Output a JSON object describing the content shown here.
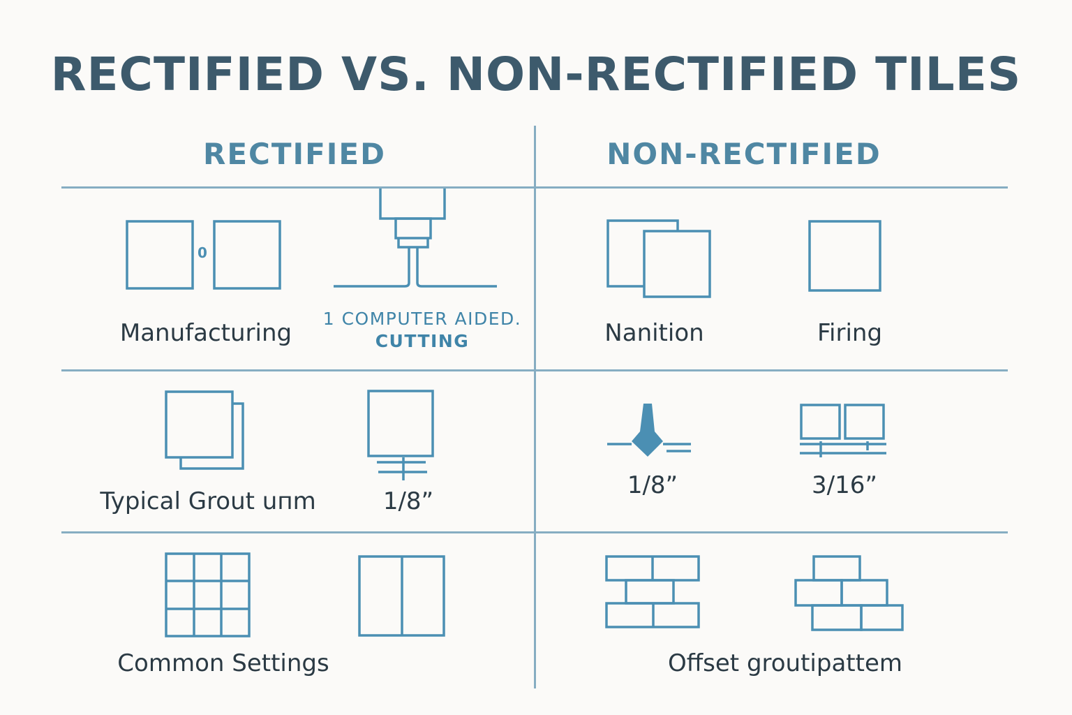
{
  "title": "RECTIFIED VS. NON-RECTIFIED TILES",
  "columns": {
    "left": {
      "heading": "RECTIFIED"
    },
    "right": {
      "heading": "NON-RECTIFIED"
    }
  },
  "rows": {
    "row1": {
      "rect_a_label": "Manufacturing",
      "rect_a_gap_mark": "0",
      "rect_b_line1": "1 COMPUTER  AIDED.",
      "rect_b_line2": "CUTTING",
      "non_a_label": "Nanition",
      "non_b_label": "Firing"
    },
    "row2": {
      "rect_a_label": "Typical Grout uпm",
      "rect_b_label": "1/8”",
      "non_a_label": "1/8”",
      "non_b_label": "3/16”"
    },
    "row3": {
      "rect_label": "Common Settings",
      "non_label": "Offset groutipattem"
    }
  },
  "icons": {
    "row1_rect_a": "two-squares-small-gap-icon",
    "row1_rect_b": "cutting-machine-icon",
    "row1_non_a": "overlapping-tiles-icon",
    "row1_non_b": "single-tile-icon",
    "row2_rect_a": "stacked-tiles-icon",
    "row2_rect_b": "tile-with-spacer-icon",
    "row2_non_a": "spacer-wedge-icon",
    "row2_non_b": "two-tiles-wide-gap-icon",
    "row3_rect_a": "grid-pattern-icon",
    "row3_rect_b": "two-panel-pattern-icon",
    "row3_non_a": "brick-offset-pattern-icon",
    "row3_non_b": "staggered-offset-pattern-icon"
  },
  "colors": {
    "title": "#3d5a6c",
    "heading": "#4f87a3",
    "icon_stroke": "#4b8fb3",
    "divider": "#86adc2",
    "text": "#2b3a44"
  }
}
